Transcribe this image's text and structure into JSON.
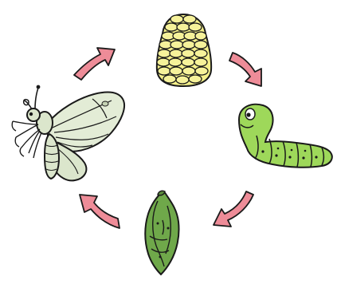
{
  "stages": [
    {
      "id": "eggs",
      "fill": "#f4f08a"
    },
    {
      "id": "caterpillar",
      "fill": "#9ed85a"
    },
    {
      "id": "chrysalis",
      "fill": "#6fa84a"
    },
    {
      "id": "butterfly",
      "fill": "#e3ecd6"
    }
  ],
  "arrows": {
    "fill": "#ee8c98",
    "stroke": "#1a1a1a",
    "count": 4
  }
}
